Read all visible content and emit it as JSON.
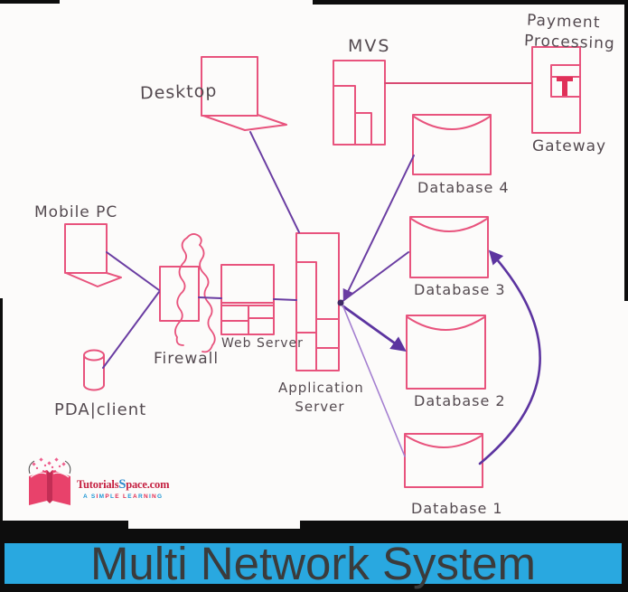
{
  "diagram": {
    "nodes": {
      "desktop": {
        "label": "Desktop"
      },
      "mobile_pc": {
        "label": "Mobile PC"
      },
      "pda": {
        "label": "PDA|client"
      },
      "firewall": {
        "label": "Firewall"
      },
      "web_server": {
        "label": "Web Server"
      },
      "application_server": {
        "line1": "Application",
        "line2": "Server"
      },
      "mvs": {
        "label": "MVS"
      },
      "payment_gateway": {
        "line1": "Payment",
        "line2": "Processing",
        "caption": "Gateway"
      },
      "database4": {
        "label": "Database 4"
      },
      "database3": {
        "label": "Database 3"
      },
      "database2": {
        "label": "Database 2"
      },
      "database1": {
        "label": "Database 1"
      }
    },
    "connections": [
      {
        "from": "Desktop",
        "to": "Application Server"
      },
      {
        "from": "Mobile PC",
        "to": "Firewall"
      },
      {
        "from": "PDA|client",
        "to": "Firewall"
      },
      {
        "from": "Firewall",
        "to": "Web Server"
      },
      {
        "from": "Web Server",
        "to": "Application Server"
      },
      {
        "from": "MVS",
        "to": "Payment Processing Gateway"
      },
      {
        "from": "Application Server",
        "to": "Database 4",
        "arrowhead_at": "server"
      },
      {
        "from": "Application Server",
        "to": "Database 3"
      },
      {
        "from": "Application Server",
        "to": "Database 2",
        "arrowhead_at": "database"
      },
      {
        "from": "Application Server",
        "to": "Database 1"
      },
      {
        "from": "Database 1",
        "to": "Database 3",
        "style": "curved",
        "arrowhead_at": "database3"
      }
    ],
    "colors": {
      "ink_pink": "#e8537d",
      "ink_purple": "#6a3da2",
      "ink_purple_dark": "#5c34a0",
      "ink_purple_light": "#a47fd0",
      "ink_handwriting": "#544a50",
      "gateway_t_red": "#e03058"
    }
  },
  "branding": {
    "name_part1": "Tutorials",
    "name_part2": "S",
    "name_part3": "pace.com",
    "tagline": "A SIMPLE LEARNING"
  },
  "banner": {
    "title": "Multi Network System",
    "background": "#29a8e0",
    "text_color": "#3b3b3b"
  }
}
